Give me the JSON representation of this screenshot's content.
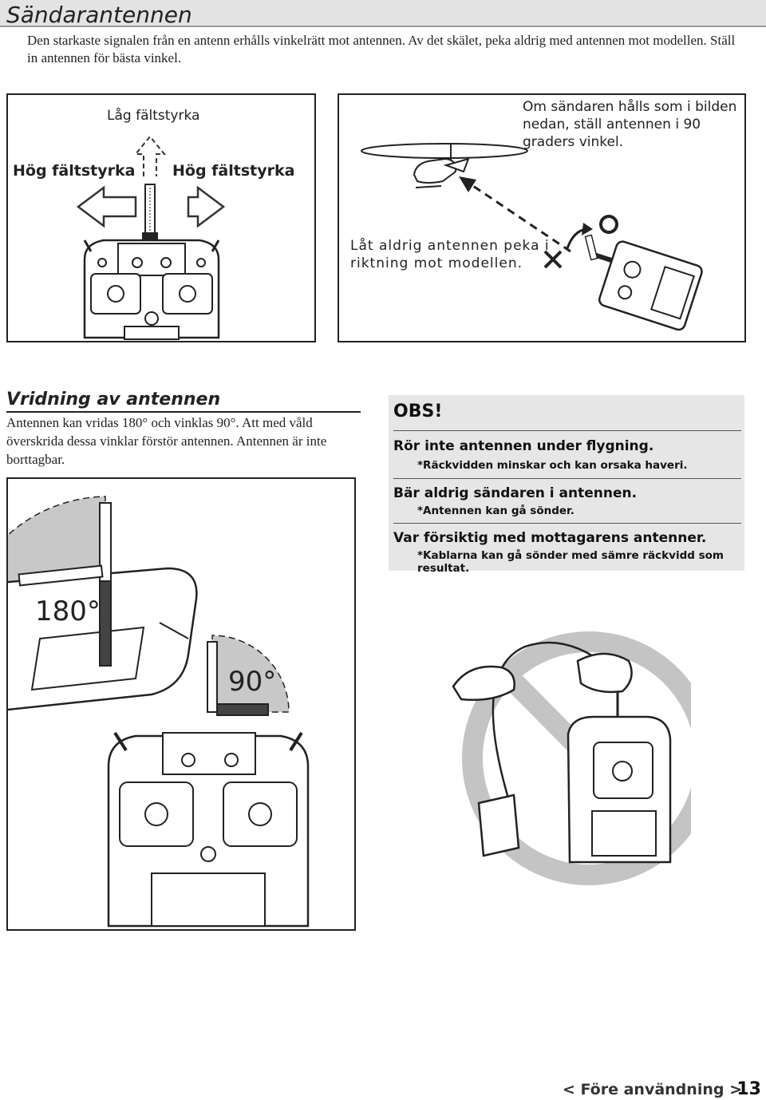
{
  "page": {
    "title": "Sändarantennen",
    "intro": "Den starkaste signalen från en antenn erhålls vinkelrätt mot antennen. Av det skälet, peka aldrig med antennen mot modellen. Ställ in antennen för bästa vinkel."
  },
  "strength_panel": {
    "low": "Låg fältstyrka",
    "high_left": "Hög fältstyrka",
    "high_right": "Hög fältstyrka"
  },
  "direction_panel": {
    "hold_text": "Om sändaren hålls som i bilden nedan, ställ antennen i 90 graders vinkel.",
    "never_point": "Låt aldrig antennen peka i riktning mot modellen.",
    "cross_mark": "✕",
    "ok_mark": "○"
  },
  "rotation": {
    "heading": "Vridning av antennen",
    "body": "Antennen kan vridas 180° och vinklas 90°. Att med våld överskrida dessa vinklar förstör antennen. Antennen är inte borttagbar.",
    "angle_180": "180°",
    "angle_90": "90°"
  },
  "obs": {
    "title": "OBS!",
    "items": [
      {
        "heading": "Rör inte antennen under flygning.",
        "sub": "*Räckvidden minskar och kan orsaka haveri."
      },
      {
        "heading": "Bär aldrig sändaren i antennen.",
        "sub": "*Antennen kan gå sönder."
      },
      {
        "heading": "Var försiktig med mottagarens antenner.",
        "sub": "*Kablarna kan gå sönder med sämre räckvidd som resultat."
      }
    ]
  },
  "footer": {
    "section": "< Före användning >",
    "page_number": "13"
  },
  "colors": {
    "heading_bar": "#e3e3e3",
    "obs_box": "#e6e6e6",
    "prohibit": "#c4c4c4"
  }
}
